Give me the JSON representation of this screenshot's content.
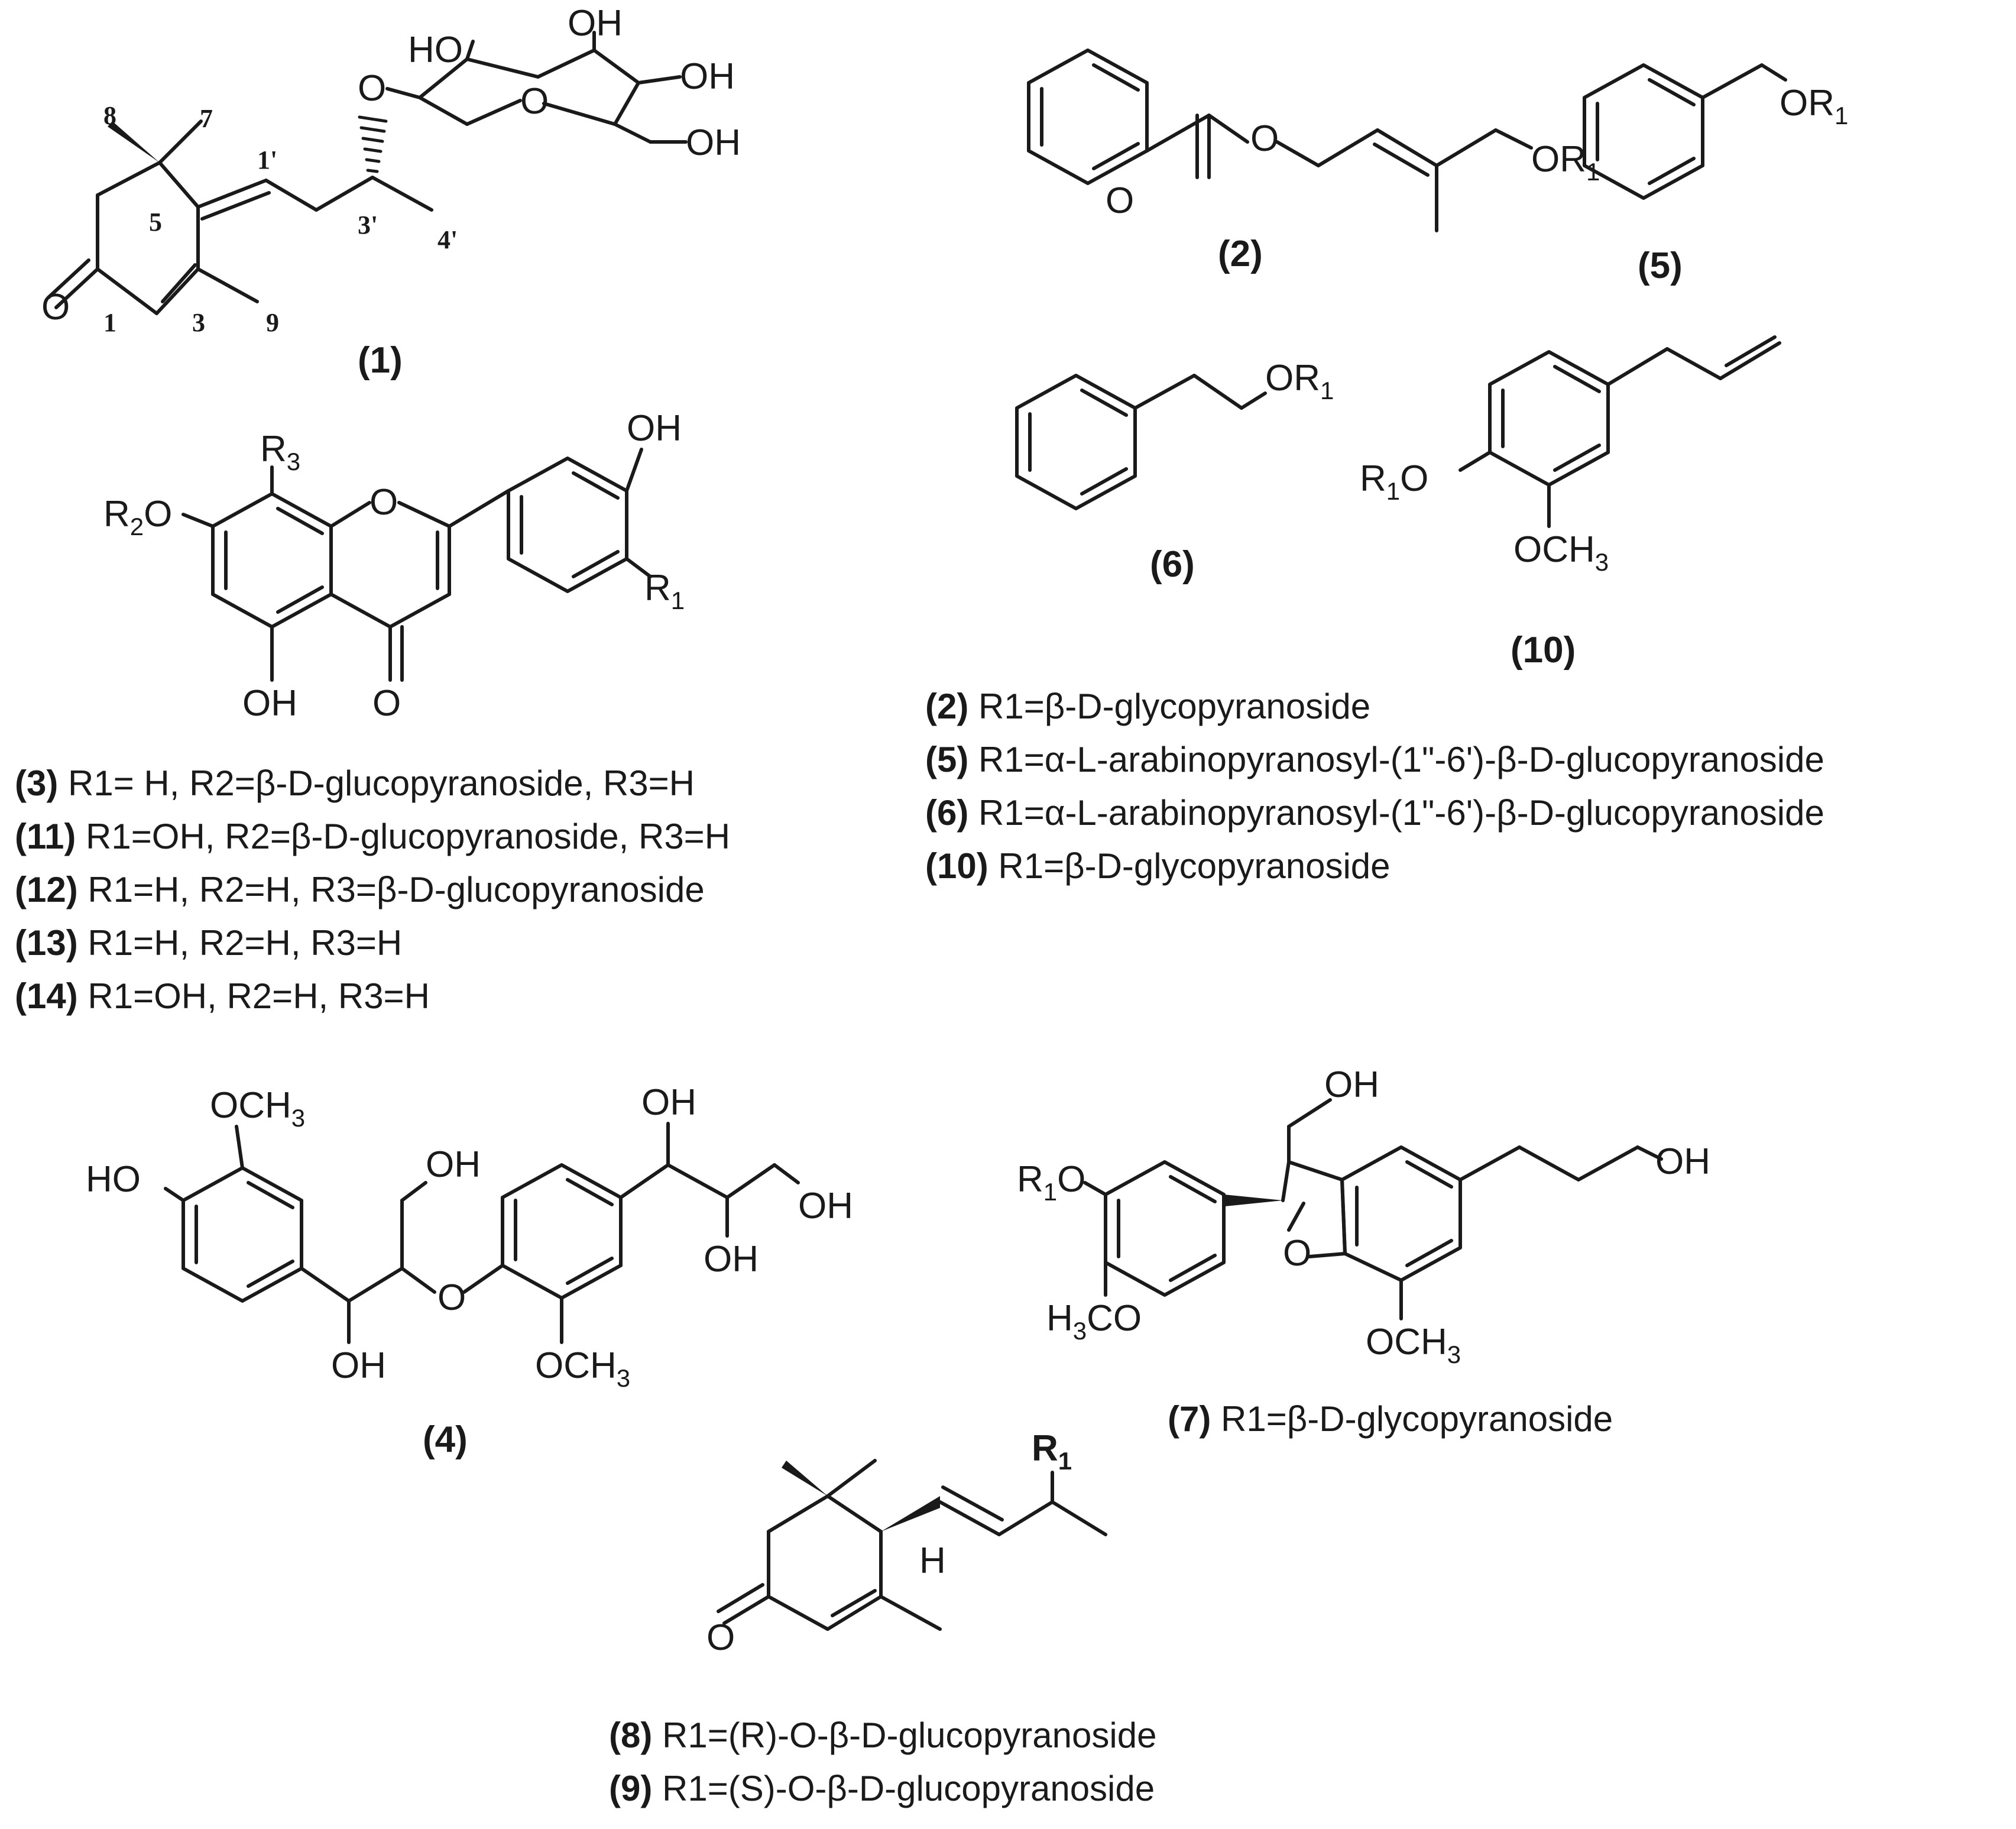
{
  "labels": {
    "oh": "OH",
    "ho": "HO",
    "o": "O",
    "och3": "OCH",
    "h3co": "H",
    "h3co_tail": "CO",
    "h": "H",
    "r1": "R",
    "r2": "R",
    "r3": "R",
    "sub1": "1",
    "sub2": "2",
    "sub3": "3",
    "or": "OR"
  },
  "numbering": {
    "c1": "1",
    "c3": "3",
    "c5": "5",
    "c7": "7",
    "c8": "8",
    "c9": "9",
    "c1p": "1'",
    "c3p": "3'",
    "c4p": "4'"
  },
  "compounds": {
    "c1": "(1)",
    "c2": "(2)",
    "c3": "(3)",
    "c4": "(4)",
    "c5": "(5)",
    "c6": "(6)",
    "c7": "(7)",
    "c10": "(10)",
    "c11": "(11)",
    "c12": "(12)",
    "c13": "(13)",
    "c14": "(14)",
    "c8": "(8)",
    "c9": "(9)"
  },
  "legend": {
    "row3": {
      "id": "(3)",
      "text": " R1= H, R2=β-D-glucopyranoside, R3=H"
    },
    "row11": {
      "id": "(11)",
      "text": " R1=OH, R2=β-D-glucopyranoside, R3=H"
    },
    "row12": {
      "id": "(12)",
      "text": " R1=H, R2=H, R3=β-D-glucopyranoside"
    },
    "row13": {
      "id": "(13)",
      "text": " R1=H, R2=H, R3=H"
    },
    "row14": {
      "id": "(14)",
      "text": " R1=OH, R2=H, R3=H"
    },
    "row2": {
      "id": "(2)",
      "text": " R1=β-D-glycopyranoside"
    },
    "row5": {
      "id": "(5)",
      "text": " R1=α-L-arabinopyranosyl-(1\"-6')-β-D-glucopyranoside"
    },
    "row6": {
      "id": "(6)",
      "text": " R1=α-L-arabinopyranosyl-(1\"-6')-β-D-glucopyranoside"
    },
    "row10": {
      "id": "(10)",
      "text": " R1=β-D-glycopyranoside"
    },
    "row7": {
      "id": "(7)",
      "text": " R1=β-D-glycopyranoside"
    },
    "row8": {
      "id": "(8)",
      "text": " R1=(R)-O-β-D-glucopyranoside"
    },
    "row9": {
      "id": "(9)",
      "text": " R1=(S)-O-β-D-glucopyranoside"
    }
  }
}
